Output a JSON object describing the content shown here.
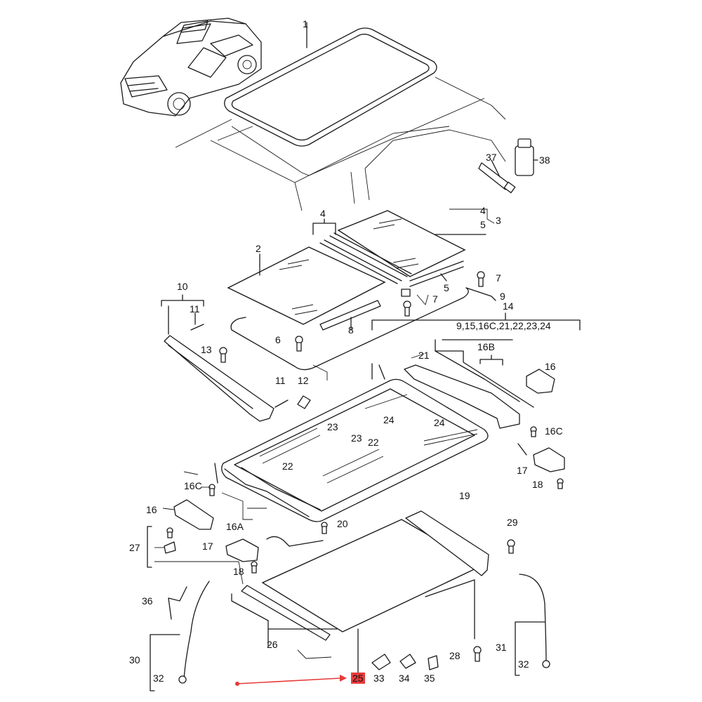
{
  "labels": {
    "p1": "1",
    "p2": "2",
    "p3": "3",
    "p4a": "4",
    "p4b": "4",
    "p5a": "5",
    "p5b": "5",
    "p6": "6",
    "p7a": "7",
    "p7b": "7",
    "p8": "8",
    "p9": "9",
    "p10": "10",
    "p11a": "11",
    "p11b": "11",
    "p12": "12",
    "p13": "13",
    "p14": "14",
    "p14list": "9,15,16C,21,22,23,24",
    "p16a": "16",
    "p16b": "16",
    "p16A": "16A",
    "p16B": "16B",
    "p16Ca": "16C",
    "p16Cb": "16C",
    "p17a": "17",
    "p17b": "17",
    "p18a": "18",
    "p18b": "18",
    "p19": "19",
    "p20": "20",
    "p21": "21",
    "p22a": "22",
    "p22b": "22",
    "p23a": "23",
    "p23b": "23",
    "p24a": "24",
    "p24b": "24",
    "p25": "25",
    "p26": "26",
    "p27": "27",
    "p28": "28",
    "p29": "29",
    "p30": "30",
    "p31": "31",
    "p32a": "32",
    "p32b": "32",
    "p33": "33",
    "p34": "34",
    "p35": "35",
    "p36": "36",
    "p37": "37",
    "p38": "38"
  },
  "highlight": {
    "part": "25",
    "color": "#e63b3b"
  }
}
